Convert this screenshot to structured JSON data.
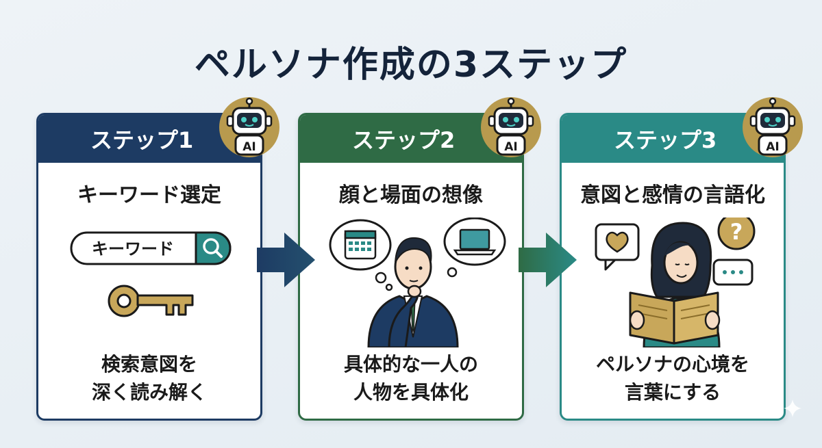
{
  "title": "ペルソナ作成の3ステップ",
  "steps": [
    {
      "label": "ステップ1",
      "subtitle": "キーワード選定",
      "search_text": "キーワード",
      "desc_line1": "検索意図を",
      "desc_line2": "深く読み解く",
      "color": "#1d3b63"
    },
    {
      "label": "ステップ2",
      "subtitle": "顔と場面の想像",
      "desc_line1": "具体的な一人の",
      "desc_line2": "人物を具体化",
      "color": "#2f6b45"
    },
    {
      "label": "ステップ3",
      "subtitle": "意図と感情の言語化",
      "desc_line1": "ペルソナの心境を",
      "desc_line2": "言葉にする",
      "color": "#2a8a86"
    }
  ],
  "badge_text": "AI",
  "badge_color": "#b89a4e"
}
